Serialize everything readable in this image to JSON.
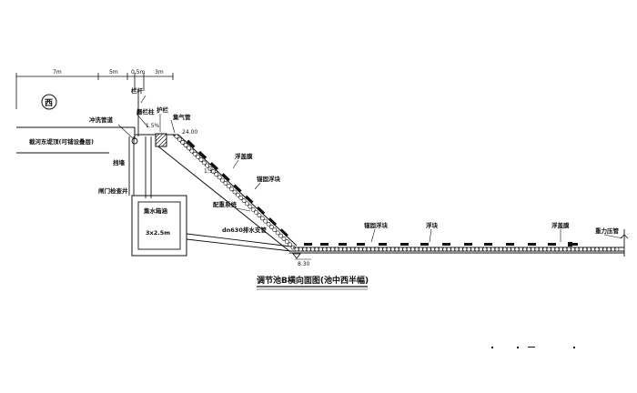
{
  "dimensions": {
    "d1": "7m",
    "d2": "5m",
    "d3": "0.5m",
    "d4": "3m"
  },
  "labels": {
    "circle_mark": "西",
    "flushing_pipe": "冲洗管道",
    "railing_pier": "栅栏柱",
    "railing": "栏杆",
    "guard_rail": "护栏",
    "vent_pipe": "集气管",
    "slope_ratio_top": "1.5%",
    "elev_top": "24.00",
    "embankment": "截河东堤顶(可铺设叠层)",
    "retaining_wall": "挡墙",
    "sluice_shaft": "闸门检查井",
    "floating_membrane_1": "浮盖膜",
    "slope_ratio": "1:1.5",
    "anchor_float": "锚固浮块",
    "counterweight": "配重系统",
    "tank_name": "集水箱涵",
    "tank_size": "3x2.5m",
    "pipe": "dn630排水支管",
    "anchor_float_2": "锚固浮块",
    "float_body": "浮块",
    "floating_membrane_2": "浮盖膜",
    "gravity_pipe": "重力压管",
    "elev_bottom": "8.30",
    "title": "调节池B横向面图(池中西半幅)"
  },
  "colors": {
    "line": "#111111",
    "background": "#ffffff"
  }
}
